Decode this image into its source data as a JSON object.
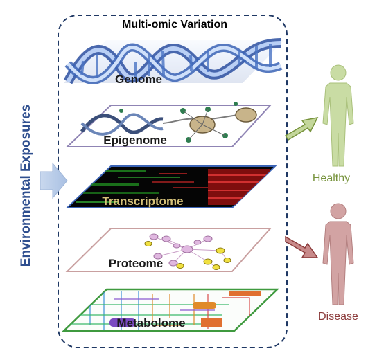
{
  "diagram": {
    "title": "Multi-omic Variation",
    "side_label": "Environmental Exposures",
    "layers": [
      {
        "label": "Genome"
      },
      {
        "label": "Epigenome"
      },
      {
        "label": "Transcriptome"
      },
      {
        "label": "Proteome"
      },
      {
        "label": "Metabolome"
      }
    ],
    "outcomes": {
      "healthy": "Healthy",
      "disease": "Disease"
    },
    "colors": {
      "frame": "#1f3864",
      "side_label": "#2f4f8f",
      "input_arrow": "#b8cce4",
      "healthy": "#77933c",
      "healthy_figure": "#c9dca4",
      "disease": "#8b3a3a",
      "disease_figure": "#d2a3a3",
      "genome": "#3a63b5",
      "epigenome_border": "#8f84b4",
      "transcriptome_border": "#3a63b5",
      "proteome_border": "#c9a0a0",
      "metabolome_border": "#3f9a3f"
    }
  }
}
